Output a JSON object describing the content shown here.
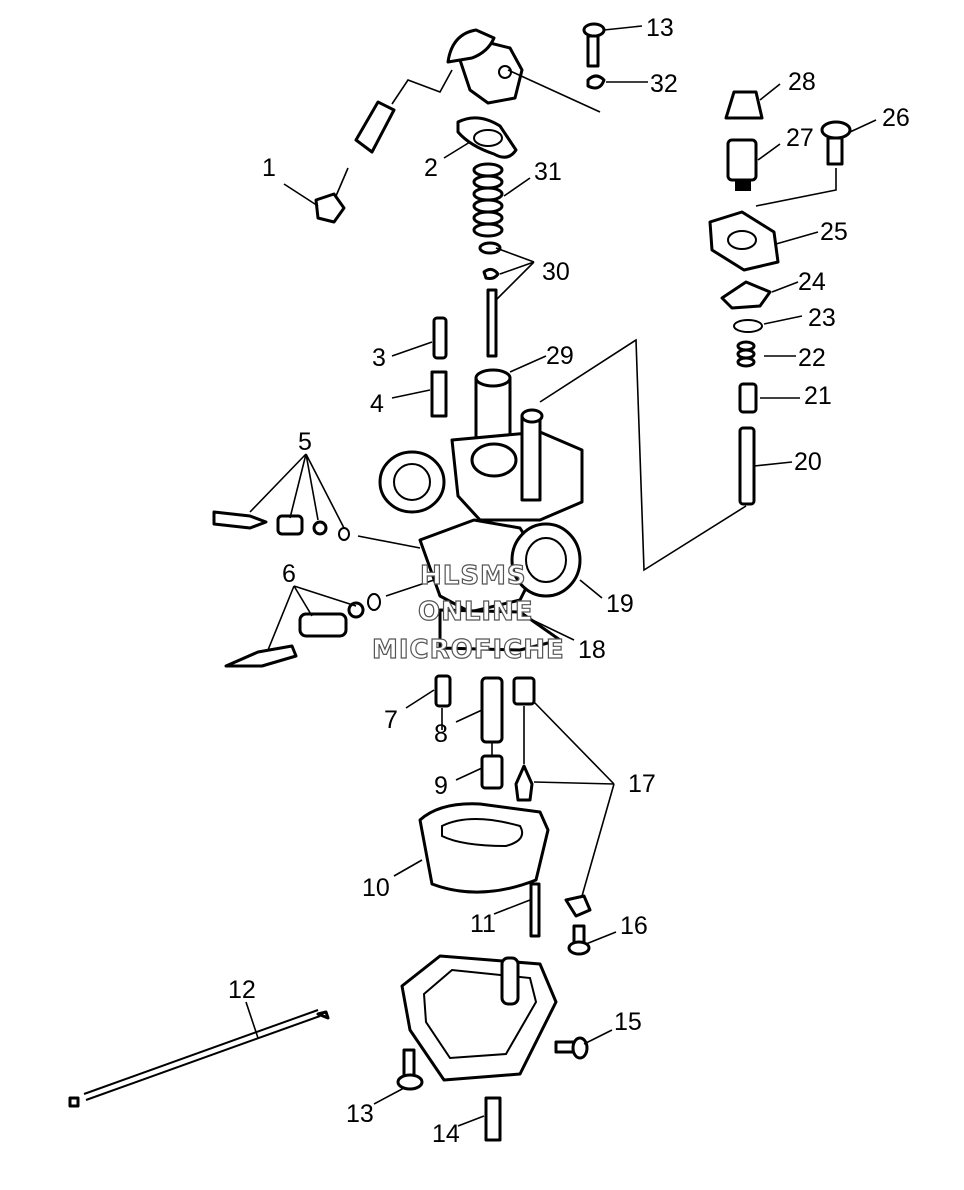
{
  "callouts": {
    "c1": "1",
    "c2": "2",
    "c3": "3",
    "c4": "4",
    "c5": "5",
    "c6": "6",
    "c7": "7",
    "c8": "8",
    "c9": "9",
    "c10": "10",
    "c11": "11",
    "c12": "12",
    "c13a": "13",
    "c13b": "13",
    "c14": "14",
    "c15": "15",
    "c16": "16",
    "c17": "17",
    "c18": "18",
    "c19": "19",
    "c20": "20",
    "c21": "21",
    "c22": "22",
    "c23": "23",
    "c24": "24",
    "c25": "25",
    "c26": "26",
    "c27": "27",
    "c28": "28",
    "c29": "29",
    "c30": "30",
    "c31": "31",
    "c32": "32"
  },
  "watermark": {
    "line1": "HLSMS",
    "line2": "ONLINE",
    "line3": "MICROFICHE"
  }
}
